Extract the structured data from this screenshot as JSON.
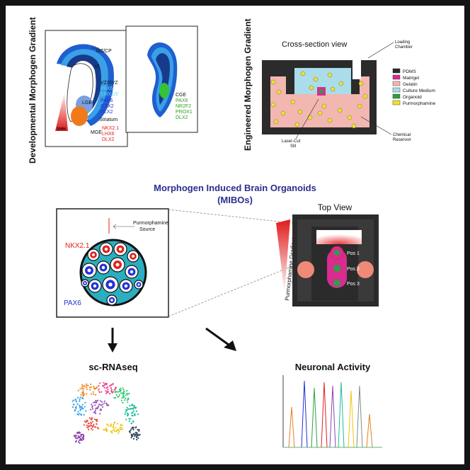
{
  "colors": {
    "frame": "#141414",
    "pdms": "#2b2b2b",
    "matrigel": "#d62d8e",
    "gelatin": "#f2b7b0",
    "culture_medium": "#aadcea",
    "organoid": "#2f9e44",
    "purmorphamine": "#f0e22a",
    "title_blue": "#2b2f8c",
    "red_label": "#e02020",
    "blue_label": "#2431d6",
    "cyan_label": "#5fd3e8",
    "green_label": "#2f9e20"
  },
  "developmental": {
    "title": "Developmental Morphogen Gradient",
    "labels": {
      "mzcp": "MZ/CP",
      "iz": "IZ",
      "vzsvz": "VZ/SVZ",
      "vz_genes": [
        "PAX6",
        "EMX1/2"
      ],
      "lge": "LGE",
      "lge_genes": [
        "PAX6",
        "GSX2",
        "DLX2"
      ],
      "striatum": "Striatum",
      "mge": "MGE",
      "mge_genes": [
        "NKX2.1",
        "LHX6",
        "DLX2"
      ],
      "shh": "SHH",
      "cge": "CGE",
      "cge_genes": [
        "PAX6",
        "NR2F2",
        "PROX1",
        "DLX2"
      ]
    }
  },
  "engineered": {
    "title": "Engineered Morphogen Gradient",
    "cross_section": "Cross-section view",
    "loading_chamber": [
      "Loading",
      "Chamber"
    ],
    "slit": [
      "Laser-Cut",
      "Slit"
    ],
    "reservoir": [
      "Chemical",
      "Reservoir"
    ],
    "legend": [
      {
        "label": "PDMS",
        "color": "#2b2b2b"
      },
      {
        "label": "Matrigel",
        "color": "#d62d8e"
      },
      {
        "label": "Gelatin",
        "color": "#f2b7b0"
      },
      {
        "label": "Culture Medium",
        "color": "#aadcea"
      },
      {
        "label": "Organoid",
        "color": "#2f9e44"
      },
      {
        "label": "Purmorphamine",
        "color": "#f0e22a"
      }
    ]
  },
  "mibos": {
    "title_line1": "Morphogen Induced Brain Organoids",
    "title_line2": "(MIBOs)"
  },
  "organoid": {
    "source": [
      "Purmorphamine",
      "Source"
    ],
    "nkx": "NKX2.1",
    "pax6": "PAX6"
  },
  "topview": {
    "title": "Top View",
    "gradient_label": "Purmorphamine Gradient",
    "positions": [
      "Pos 1",
      "Pos 2",
      "Pos 3"
    ]
  },
  "outputs": {
    "scrna": "sc-RNAseq",
    "activity": "Neuronal Activity"
  }
}
